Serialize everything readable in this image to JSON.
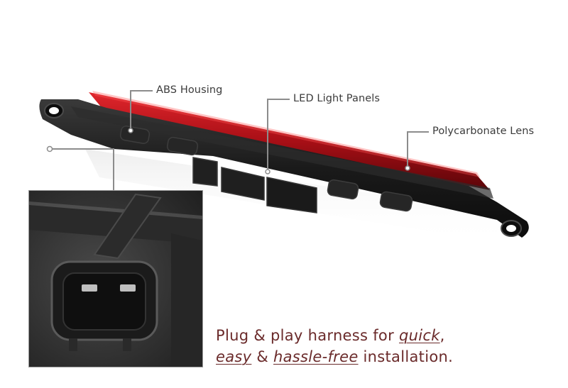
{
  "callouts": {
    "abs_housing": "ABS Housing",
    "led_light_panels": "LED Light Panels",
    "polycarbonate_lens": "Polycarbonate Lens"
  },
  "caption": {
    "line1_prefix": "Plug & play harness for ",
    "line1_em": "quick",
    "line1_suffix": ",",
    "line2_em1": "easy",
    "line2_mid": " & ",
    "line2_em2": "hassle-free",
    "line2_suffix": " installation."
  },
  "colors": {
    "lens_red": "#b3121a",
    "housing_black": "#1c1c1c",
    "caption_text": "#6a2a2a",
    "callout_line": "#8c8c8c"
  }
}
